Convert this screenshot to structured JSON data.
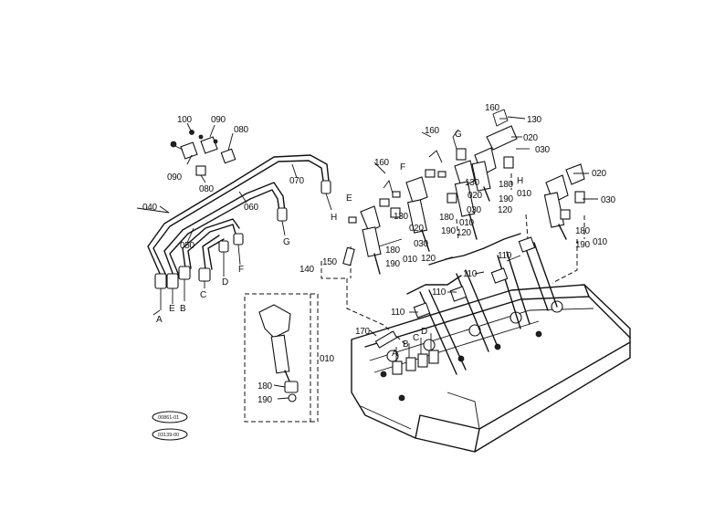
{
  "callouts": {
    "c100": "100",
    "c090a": "090",
    "c080a": "080",
    "c090b": "090",
    "c080b": "080",
    "c070": "070",
    "c060": "060",
    "c050": "050",
    "c040": "040",
    "c160a": "160",
    "c160b": "160",
    "c160c": "160",
    "c130a": "130",
    "c130b": "130",
    "c130c": "130",
    "c020a": "020",
    "c020b": "020",
    "c020c": "020",
    "c020d": "020",
    "c030a": "030",
    "c030b": "030",
    "c030c": "030",
    "c030d": "030",
    "c180a": "180",
    "c180b": "180",
    "c180c": "180",
    "c180d": "180",
    "c180e": "180",
    "c190a": "190",
    "c190b": "190",
    "c190c": "190",
    "c190d": "190",
    "c190e": "190",
    "c010a": "010",
    "c010b": "010",
    "c010c": "010",
    "c010d": "010",
    "c010e": "010",
    "c120a": "120",
    "c120b": "120",
    "c120c": "120",
    "c110a": "110",
    "c110b": "110",
    "c110c": "110",
    "c110d": "110",
    "c150": "150",
    "c140": "140",
    "c170": "170"
  },
  "letters": {
    "A": "A",
    "E": "E",
    "B": "B",
    "C": "C",
    "D": "D",
    "F": "F",
    "G": "G",
    "H": "H",
    "E2": "E",
    "F2": "F",
    "G2": "G",
    "H2": "H",
    "B2": "B",
    "C2": "C",
    "D2": "D",
    "A2": "A"
  },
  "badges": {
    "top": "00861-01",
    "bottom": "03139-00"
  }
}
